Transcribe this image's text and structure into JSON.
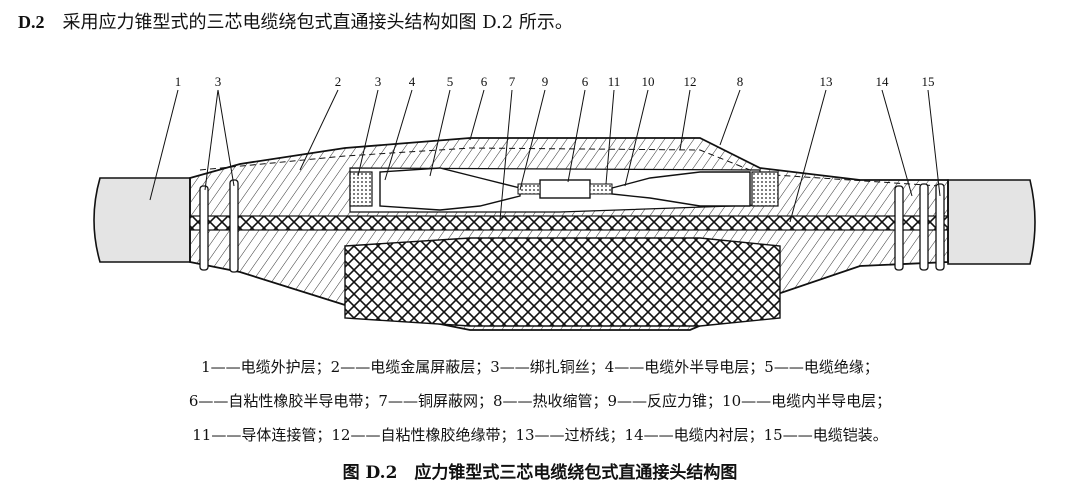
{
  "heading": {
    "number": "D.2",
    "text": "采用应力锥型式的三芯电缆绕包式直通接头结构如图 D.2 所示。"
  },
  "callouts": [
    "1",
    "3",
    "2",
    "3",
    "4",
    "5",
    "6",
    "7",
    "9",
    "6",
    "11",
    "10",
    "12",
    "8",
    "13",
    "14",
    "15"
  ],
  "legend": {
    "line1": "1——电缆外护层；2——电缆金属屏蔽层；3——绑扎铜丝；4——电缆外半导电层；5——电缆绝缘；",
    "line2": "6——自粘性橡胶半导电带；7——铜屏蔽网；8——热收缩管；9——反应力锥；10——电缆内半导电层；",
    "line3": "11——导体连接管；12——自粘性橡胶绝缘带；13——过桥线；14——电缆内衬层；15——电缆铠装。"
  },
  "caption": "图 D.2　应力锥型式三芯电缆绕包式直通接头结构图"
}
